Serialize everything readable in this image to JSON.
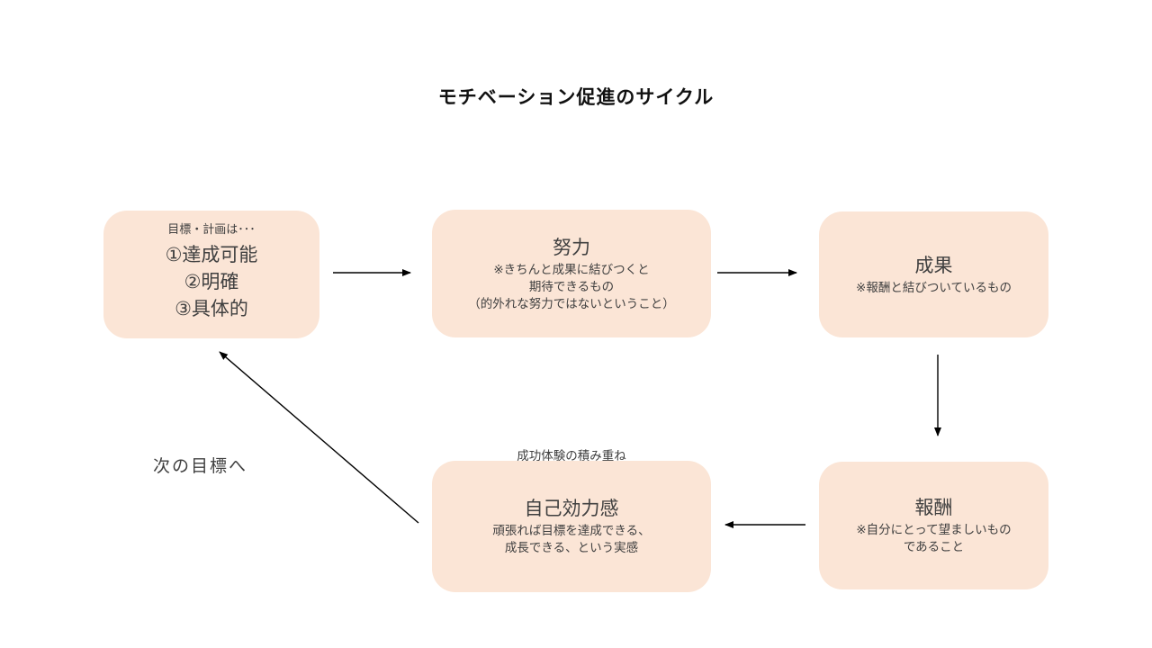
{
  "title": "モチベーション促進のサイクル",
  "accent_color": "#fbe5d6",
  "boxes": {
    "goal": {
      "caption": "目標・計画は･･･",
      "items": [
        "①達成可能",
        "②明確",
        "③具体的"
      ]
    },
    "effort": {
      "title": "努力",
      "note_lines": [
        "※きちんと成果に結びつくと",
        "期待できるもの",
        "（的外れな努力ではないということ）"
      ]
    },
    "result": {
      "title": "成果",
      "note_lines": [
        "※報酬と結びついているもの"
      ]
    },
    "reward": {
      "title": "報酬",
      "note_lines": [
        "※自分にとって望ましいもの",
        "であること"
      ]
    },
    "self_efficacy": {
      "caption": "成功体験の積み重ね",
      "title": "自己効力感",
      "note_lines": [
        "頑張れば目標を達成できる、",
        "成長できる、という実感"
      ]
    }
  },
  "labels": {
    "next_goal": "次の目標へ"
  }
}
